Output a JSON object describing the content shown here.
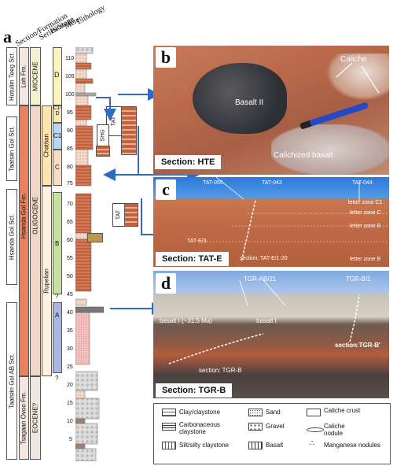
{
  "panel_a": {
    "letter": "a",
    "headers": [
      "Section/Formation",
      "Series/Stage",
      "Biozone",
      "Meter",
      "Lithology"
    ],
    "sections": [
      "Hotuliin Teeg Sct.",
      "Taatsiin Gol Sct.",
      "Hsanda Gol Sct.",
      "Taatsiin Gol AB Sct."
    ],
    "formations": [
      "Loh Fm.",
      "Hsanda Gol Fm.",
      "Tsagaan Ovoo Fm."
    ],
    "series": [
      "MIOCENE",
      "OLIGOCENE",
      "EOCENE?"
    ],
    "stages": [
      "Chattian",
      "Rupelian"
    ],
    "biozones": [
      "D",
      "C1-D",
      "C1",
      "C",
      "B",
      "A",
      "?",
      "?"
    ],
    "meters": [
      "110",
      "105",
      "100",
      "95",
      "90",
      "85",
      "80",
      "75",
      "70",
      "65",
      "60",
      "55",
      "50",
      "45",
      "40",
      "35",
      "30",
      "25",
      "20",
      "15",
      "10",
      "5"
    ],
    "badges": [
      "TAT",
      "SHG",
      "TAT"
    ]
  },
  "panel_b": {
    "letter": "b",
    "labels": {
      "caliche": "Caliche",
      "basalt": "Basalt II",
      "calichized": "Calichized basalt"
    },
    "section_label": "Section: HTE"
  },
  "panel_c": {
    "letter": "c",
    "labels": {
      "tat055": "TAT-055",
      "tat043": "TAT-043",
      "tat044": "TAT-044",
      "tate3": "TAT-E/3",
      "tate120": "section: TAT-E/1-20",
      "zc1": "letter zone C1",
      "zc": "letter zone C",
      "zb": "letter zone B",
      "zb2": "letter zone B"
    },
    "section_label": "Section: TAT-E"
  },
  "panel_d": {
    "letter": "d",
    "labels": {
      "tgrab21": "TGR-AB/21",
      "tgrb1": "TGR-B/1",
      "basalt1a": "basalt I (~31.5 Ma)",
      "basalt1b": "basalt I",
      "secb": "section: TGR-B",
      "secb2": "section:TGR-B'"
    },
    "section_label": "Section: TGR-B"
  },
  "legend": {
    "items": [
      "Clay/claystone",
      "Carbonaceous claystone",
      "Silt/silty claystone",
      "Sand",
      "Gravel",
      "Basalt",
      "Caliche crust",
      "Caliche nodule",
      "Manganese nodules"
    ]
  },
  "colors": {
    "orange_col": "#e8825a",
    "blue_col": "#a9b6e0",
    "green_col": "#c8e0a0",
    "sand_col": "#f3d2b8"
  }
}
